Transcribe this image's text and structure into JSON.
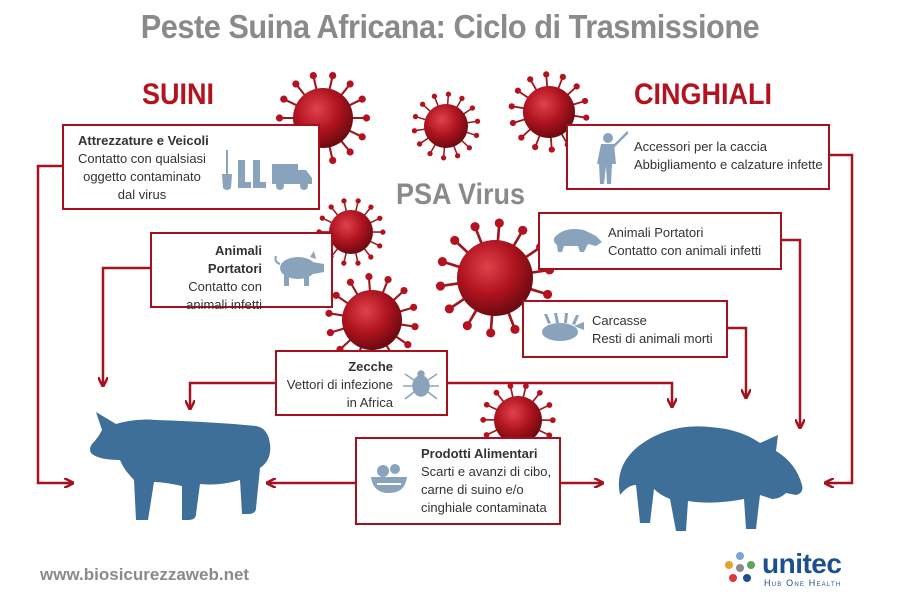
{
  "title": "Peste Suina Africana: Ciclo di Trasmissione",
  "left_header": "SUINI",
  "right_header": "CINGHIALI",
  "virus_label": "PSA Virus",
  "boxes": {
    "attrezzature": {
      "title": "Attrezzature e Veicoli",
      "lines": [
        "Contatto con qualsiasi",
        "oggetto contaminato",
        "dal virus"
      ],
      "icon": "boots-truck-icon"
    },
    "animali_suini": {
      "title": "Animali Portatori",
      "lines": [
        "Contatto con",
        "animali infetti"
      ],
      "icon": "pig-icon"
    },
    "accessori": {
      "title": "Accessori per la caccia",
      "lines": [
        "Abbigliamento e calzature infette"
      ],
      "icon": "hunter-icon"
    },
    "animali_cinghiali": {
      "title": "Animali Portatori",
      "lines": [
        "Contatto con animali infetti"
      ],
      "icon": "boar-icon"
    },
    "carcasse": {
      "title": "Carcasse",
      "lines": [
        "Resti di animali morti"
      ],
      "icon": "carcass-icon"
    },
    "zecche": {
      "title": "Zecche",
      "lines": [
        "Vettori di infezione",
        "in Africa"
      ],
      "icon": "tick-icon"
    },
    "prodotti": {
      "title": "Prodotti Alimentari",
      "lines": [
        "Scarti e avanzi di cibo,",
        "carne di suino e/o",
        "cinghiale contaminata"
      ],
      "icon": "food-bowl-icon"
    }
  },
  "footer_url": "www.biosicurezzaweb.net",
  "logo": {
    "name": "unitec",
    "subtitle": "Hub One Health"
  },
  "colors": {
    "accent": "#a3121e",
    "animal": "#3e6f98",
    "title": "#8a8a8a",
    "icon": "#8aa3bd"
  }
}
